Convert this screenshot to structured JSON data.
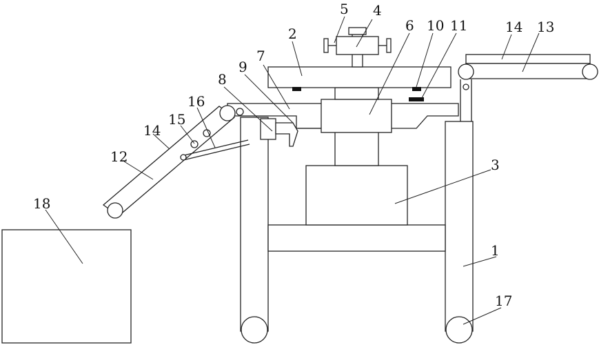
{
  "labels": {
    "l1": "1",
    "l2": "2",
    "l3": "3",
    "l4": "4",
    "l5": "5",
    "l6": "6",
    "l7": "7",
    "l8": "8",
    "l9": "9",
    "l10": "10",
    "l11": "11",
    "l12": "12",
    "l13": "13",
    "l14a": "14",
    "l14b": "14",
    "l15": "15",
    "l16": "16",
    "l17": "17",
    "l18": "18"
  },
  "colors": {
    "stroke": "#222222",
    "pad": "#111111",
    "background": "#ffffff"
  }
}
